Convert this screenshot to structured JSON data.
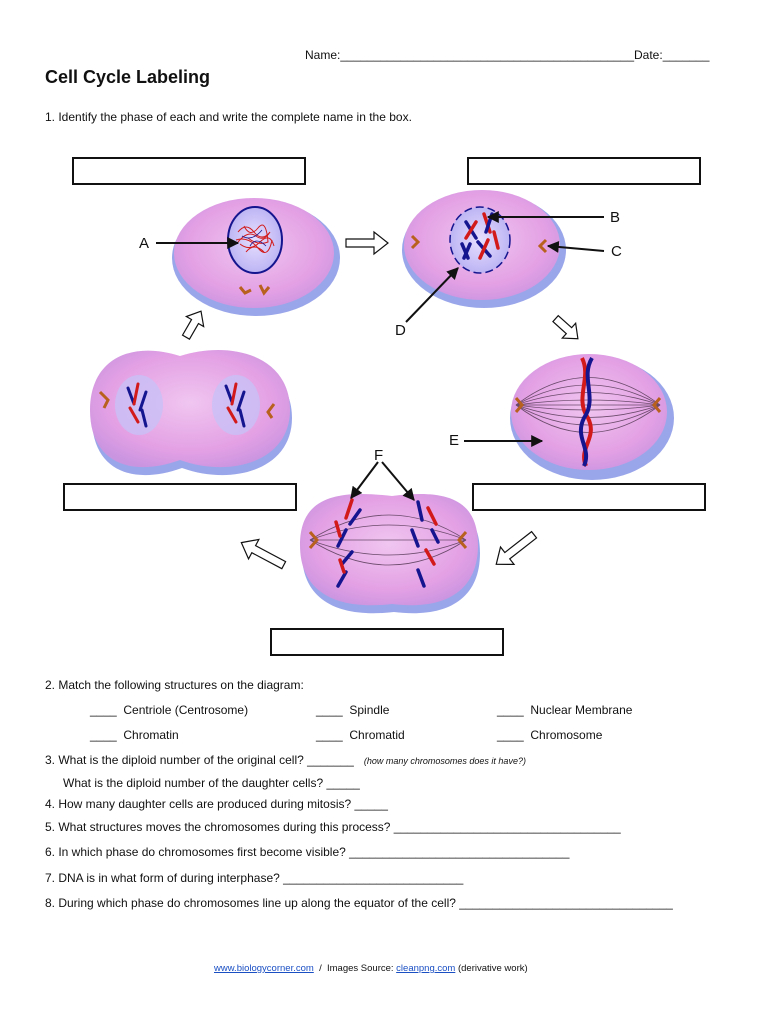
{
  "header": {
    "name_label": "Name:",
    "name_blank": "____________________________________________",
    "date_label": "Date:",
    "date_blank": "_______"
  },
  "title": "Cell Cycle Labeling",
  "q1": "1.  Identify the phase of each and write the complete name in the box.",
  "diagram_labels": {
    "a": "A",
    "b": "B",
    "c": "C",
    "d": "D",
    "e": "E",
    "f": "F"
  },
  "q2": {
    "prompt": "2.  Match the following structures on the diagram:",
    "items": [
      {
        "blank": "____",
        "label": "Centriole (Centrosome)"
      },
      {
        "blank": "____",
        "label": "Spindle"
      },
      {
        "blank": "____",
        "label": "Nuclear Membrane"
      },
      {
        "blank": "____",
        "label": "Chromatin"
      },
      {
        "blank": "____",
        "label": "Chromatid"
      },
      {
        "blank": "____",
        "label": "Chromosome"
      }
    ]
  },
  "q3": {
    "text": "3.  What is the diploid number of the original cell? _______",
    "note": "(how many chromosomes does it have?)",
    "sub": "What is the diploid number of the daughter cells? _____"
  },
  "q4": "4.   How many daughter cells are produced during mitosis? _____",
  "q5": "5.   What structures moves the chromosomes during this process? __________________________________",
  "q6": "6.   In which phase do chromosomes first become visible? _________________________________",
  "q7": "7.   DNA is in what form of during interphase? ___________________________",
  "q8": "8.  During which phase do chromosomes line up along the equator of the cell? ________________________________",
  "footer": {
    "site": "www.biologycorner.com",
    "sep": "  /  Images Source: ",
    "source": "cleanpng.com",
    "suffix": " (derivative work)"
  },
  "colors": {
    "cell_fill": "#e6a6e6",
    "cell_edge": "#8f9ee6",
    "chrom_red": "#d21a1a",
    "chrom_blue": "#15158f",
    "centriole": "#b8601e"
  }
}
